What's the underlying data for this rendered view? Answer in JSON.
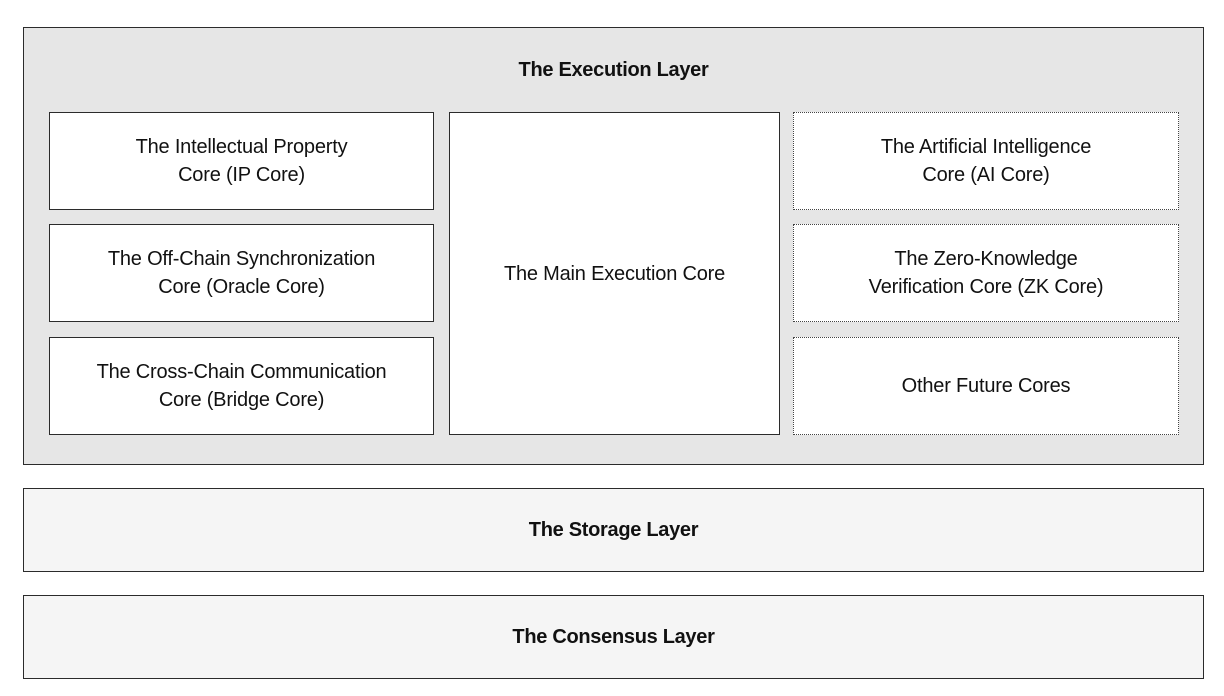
{
  "execution_layer": {
    "title": "The Execution Layer",
    "left_cores": [
      {
        "label": "The Intellectual Property\nCore (IP Core)"
      },
      {
        "label": "The Off-Chain Synchronization\nCore (Oracle Core)"
      },
      {
        "label": "The Cross-Chain Communication\nCore (Bridge Core)"
      }
    ],
    "main_core": {
      "label": "The Main Execution Core"
    },
    "right_cores": [
      {
        "label": "The Artificial Intelligence\nCore (AI Core)"
      },
      {
        "label": "The Zero-Knowledge\nVerification Core (ZK Core)"
      },
      {
        "label": "Other Future Cores"
      }
    ]
  },
  "storage_layer": {
    "title": "The Storage Layer"
  },
  "consensus_layer": {
    "title": "The Consensus Layer"
  },
  "colors": {
    "execution_layer_bg": "#e6e6e6",
    "layer_bg": "#f5f5f5",
    "core_bg": "#ffffff",
    "border": "#2b2b2b"
  }
}
